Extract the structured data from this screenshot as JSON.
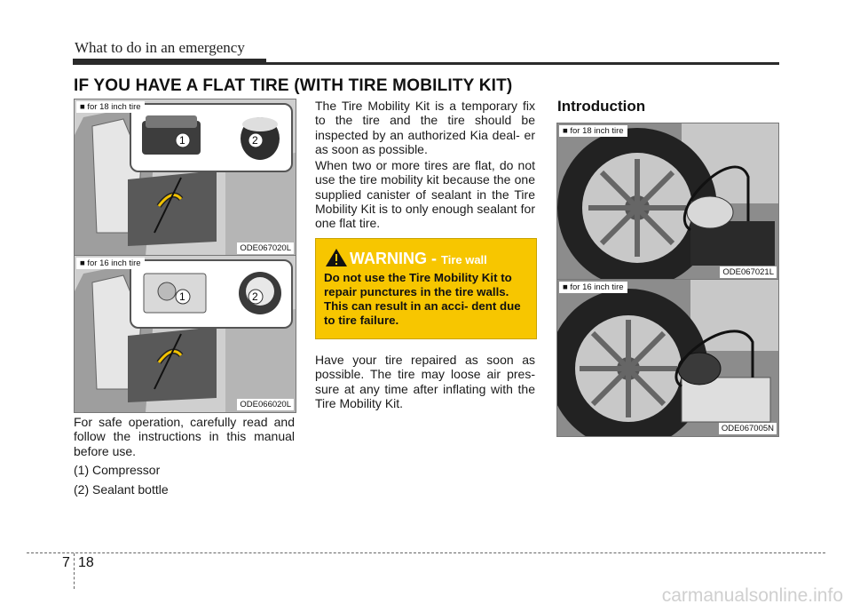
{
  "header": {
    "title": "What to do in an emergency"
  },
  "section": {
    "heading": "IF YOU HAVE A FLAT TIRE (WITH TIRE MOBILITY KIT)"
  },
  "left_figures": [
    {
      "label": "■ for 18 inch tire",
      "code": "ODE067020L",
      "callouts": [
        "1",
        "2"
      ]
    },
    {
      "label": "■ for 16 inch tire",
      "code": "ODE066020L",
      "callouts": [
        "1",
        "2"
      ]
    }
  ],
  "left_text": {
    "paragraph": "For safe operation, carefully read and follow the instructions in this manual before use.",
    "items": [
      "(1) Compressor",
      "(2) Sealant bottle"
    ]
  },
  "middle_text": {
    "p1": "The Tire Mobility Kit is a temporary fix to the tire and the tire should be inspected by an authorized Kia deal- er as soon as possible.",
    "p2": "When two or more tires are flat, do not use the tire mobility kit because the one supplied canister of sealant in the Tire Mobility Kit is to only enough sealant for one flat tire.",
    "p3": "Have your tire repaired as soon as possible. The tire may loose air pres- sure at any time after inflating with the Tire Mobility Kit."
  },
  "warning": {
    "label": "WARNING - ",
    "subject": "Tire wall",
    "body": "Do not use the Tire Mobility Kit to repair punctures in the tire walls. This can result in an acci- dent due to tire failure."
  },
  "introduction": {
    "heading": "Introduction",
    "figures": [
      {
        "label": "■ for 18 inch tire",
        "code": "ODE067021L"
      },
      {
        "label": "■ for 16 inch tire",
        "code": "ODE067005N"
      }
    ]
  },
  "footer": {
    "chapter": "7",
    "page": "18"
  },
  "watermark": "carmanualsonline.info",
  "colors": {
    "warning_bg": "#f7c600",
    "rule": "#2a2a2a"
  }
}
